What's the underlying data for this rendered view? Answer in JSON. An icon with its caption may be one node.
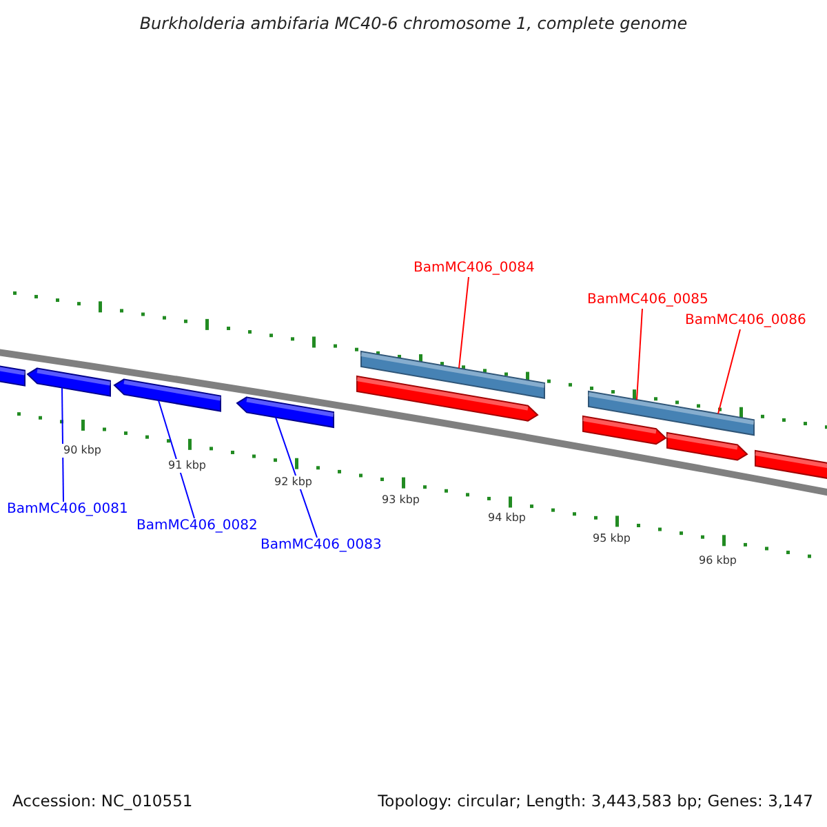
{
  "diagram": {
    "title": "Burkholderia ambifaria MC40-6 chromosome 1, complete genome",
    "nodes": [
      {
        "text": [
          "BamMC406_0081"
        ]
      },
      {
        "text": [
          "BamMC406_0082"
        ]
      },
      {
        "text": [
          "BamMC406_0083"
        ]
      },
      {
        "text": [
          "BamMC406_0084"
        ]
      },
      {
        "text": [
          "BamMC406_0085"
        ]
      },
      {
        "text": [
          "BamMC406_0086"
        ]
      },
      {
        "text": [],
        "shape": "arrow"
      },
      {
        "text": [],
        "shape": "arrow"
      },
      {
        "text": [],
        "shape": "arrow"
      },
      {
        "text": [],
        "shape": "bar"
      },
      {
        "text": [],
        "shape": "bar"
      }
    ],
    "edges": [
      {
        "from": 0,
        "to": 6,
        "arrow": "none"
      },
      {
        "from": 1,
        "to": 7,
        "arrow": "none"
      },
      {
        "from": 2,
        "to": 8,
        "arrow": "none"
      },
      {
        "from": 3,
        "to": 9,
        "arrow": "none",
        "color": "#ff0000"
      },
      {
        "from": 4,
        "to": 10,
        "arrow": "none",
        "color": "#ff0000"
      },
      {
        "from": 5,
        "to": 10,
        "arrow": "none",
        "color": "#ff0000"
      }
    ],
    "labels": [
      "90 kbp",
      "91 kbp",
      "92 kbp",
      "93 kbp",
      "94 kbp",
      "95 kbp",
      "96 kbp",
      "Accession: NC_010551",
      "Topology: circular; Length: 3,443,583 bp; Genes: 3,147"
    ]
  }
}
